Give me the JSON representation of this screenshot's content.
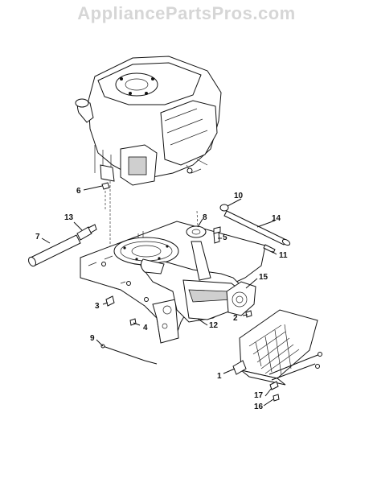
{
  "watermark": "AppliancePartsPros.com",
  "callouts": [
    {
      "id": "c1",
      "label": "1"
    },
    {
      "id": "c2",
      "label": "2"
    },
    {
      "id": "c3",
      "label": "3"
    },
    {
      "id": "c4",
      "label": "4"
    },
    {
      "id": "c5",
      "label": "5"
    },
    {
      "id": "c6",
      "label": "6"
    },
    {
      "id": "c7",
      "label": "7"
    },
    {
      "id": "c8",
      "label": "8"
    },
    {
      "id": "c9",
      "label": "9"
    },
    {
      "id": "c10",
      "label": "10"
    },
    {
      "id": "c11",
      "label": "11"
    },
    {
      "id": "c12",
      "label": "12"
    },
    {
      "id": "c13",
      "label": "13"
    },
    {
      "id": "c14",
      "label": "14"
    },
    {
      "id": "c15",
      "label": "15"
    },
    {
      "id": "c16",
      "label": "16"
    },
    {
      "id": "c17",
      "label": "17"
    }
  ]
}
